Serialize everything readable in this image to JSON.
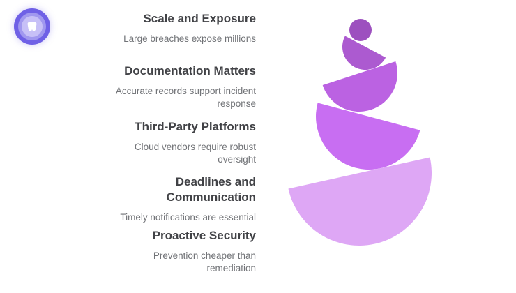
{
  "colors": {
    "background": "#ffffff",
    "title_text": "#414246",
    "subtitle_text": "#717377",
    "logo_outer": "#6f60e6",
    "logo_mid": "#a198ef",
    "logo_inner": "#c7c0f7",
    "logo_glyph": "#ffffff"
  },
  "logo": {
    "icon": "tooth-icon"
  },
  "sections": [
    {
      "title": "Scale and Exposure",
      "subtitle": "Large breaches expose millions"
    },
    {
      "title": "Documentation Matters",
      "subtitle": "Accurate records support incident\nresponse"
    },
    {
      "title": "Third-Party Platforms",
      "subtitle": "Cloud vendors require robust\noversight"
    },
    {
      "title": "Deadlines and\nCommunication",
      "subtitle": "Timely notifications are essential"
    },
    {
      "title": "Proactive Security",
      "subtitle": "Prevention cheaper than\nremediation"
    }
  ],
  "funnel": {
    "levels": [
      {
        "shape": "circle",
        "color": "#9d50bf"
      },
      {
        "shape": "half-circle",
        "color": "#ac5ad0"
      },
      {
        "shape": "half-circle",
        "color": "#bb62e2"
      },
      {
        "shape": "half-circle",
        "color": "#c86ef2"
      },
      {
        "shape": "half-circle",
        "color": "#dea7f5"
      }
    ]
  }
}
